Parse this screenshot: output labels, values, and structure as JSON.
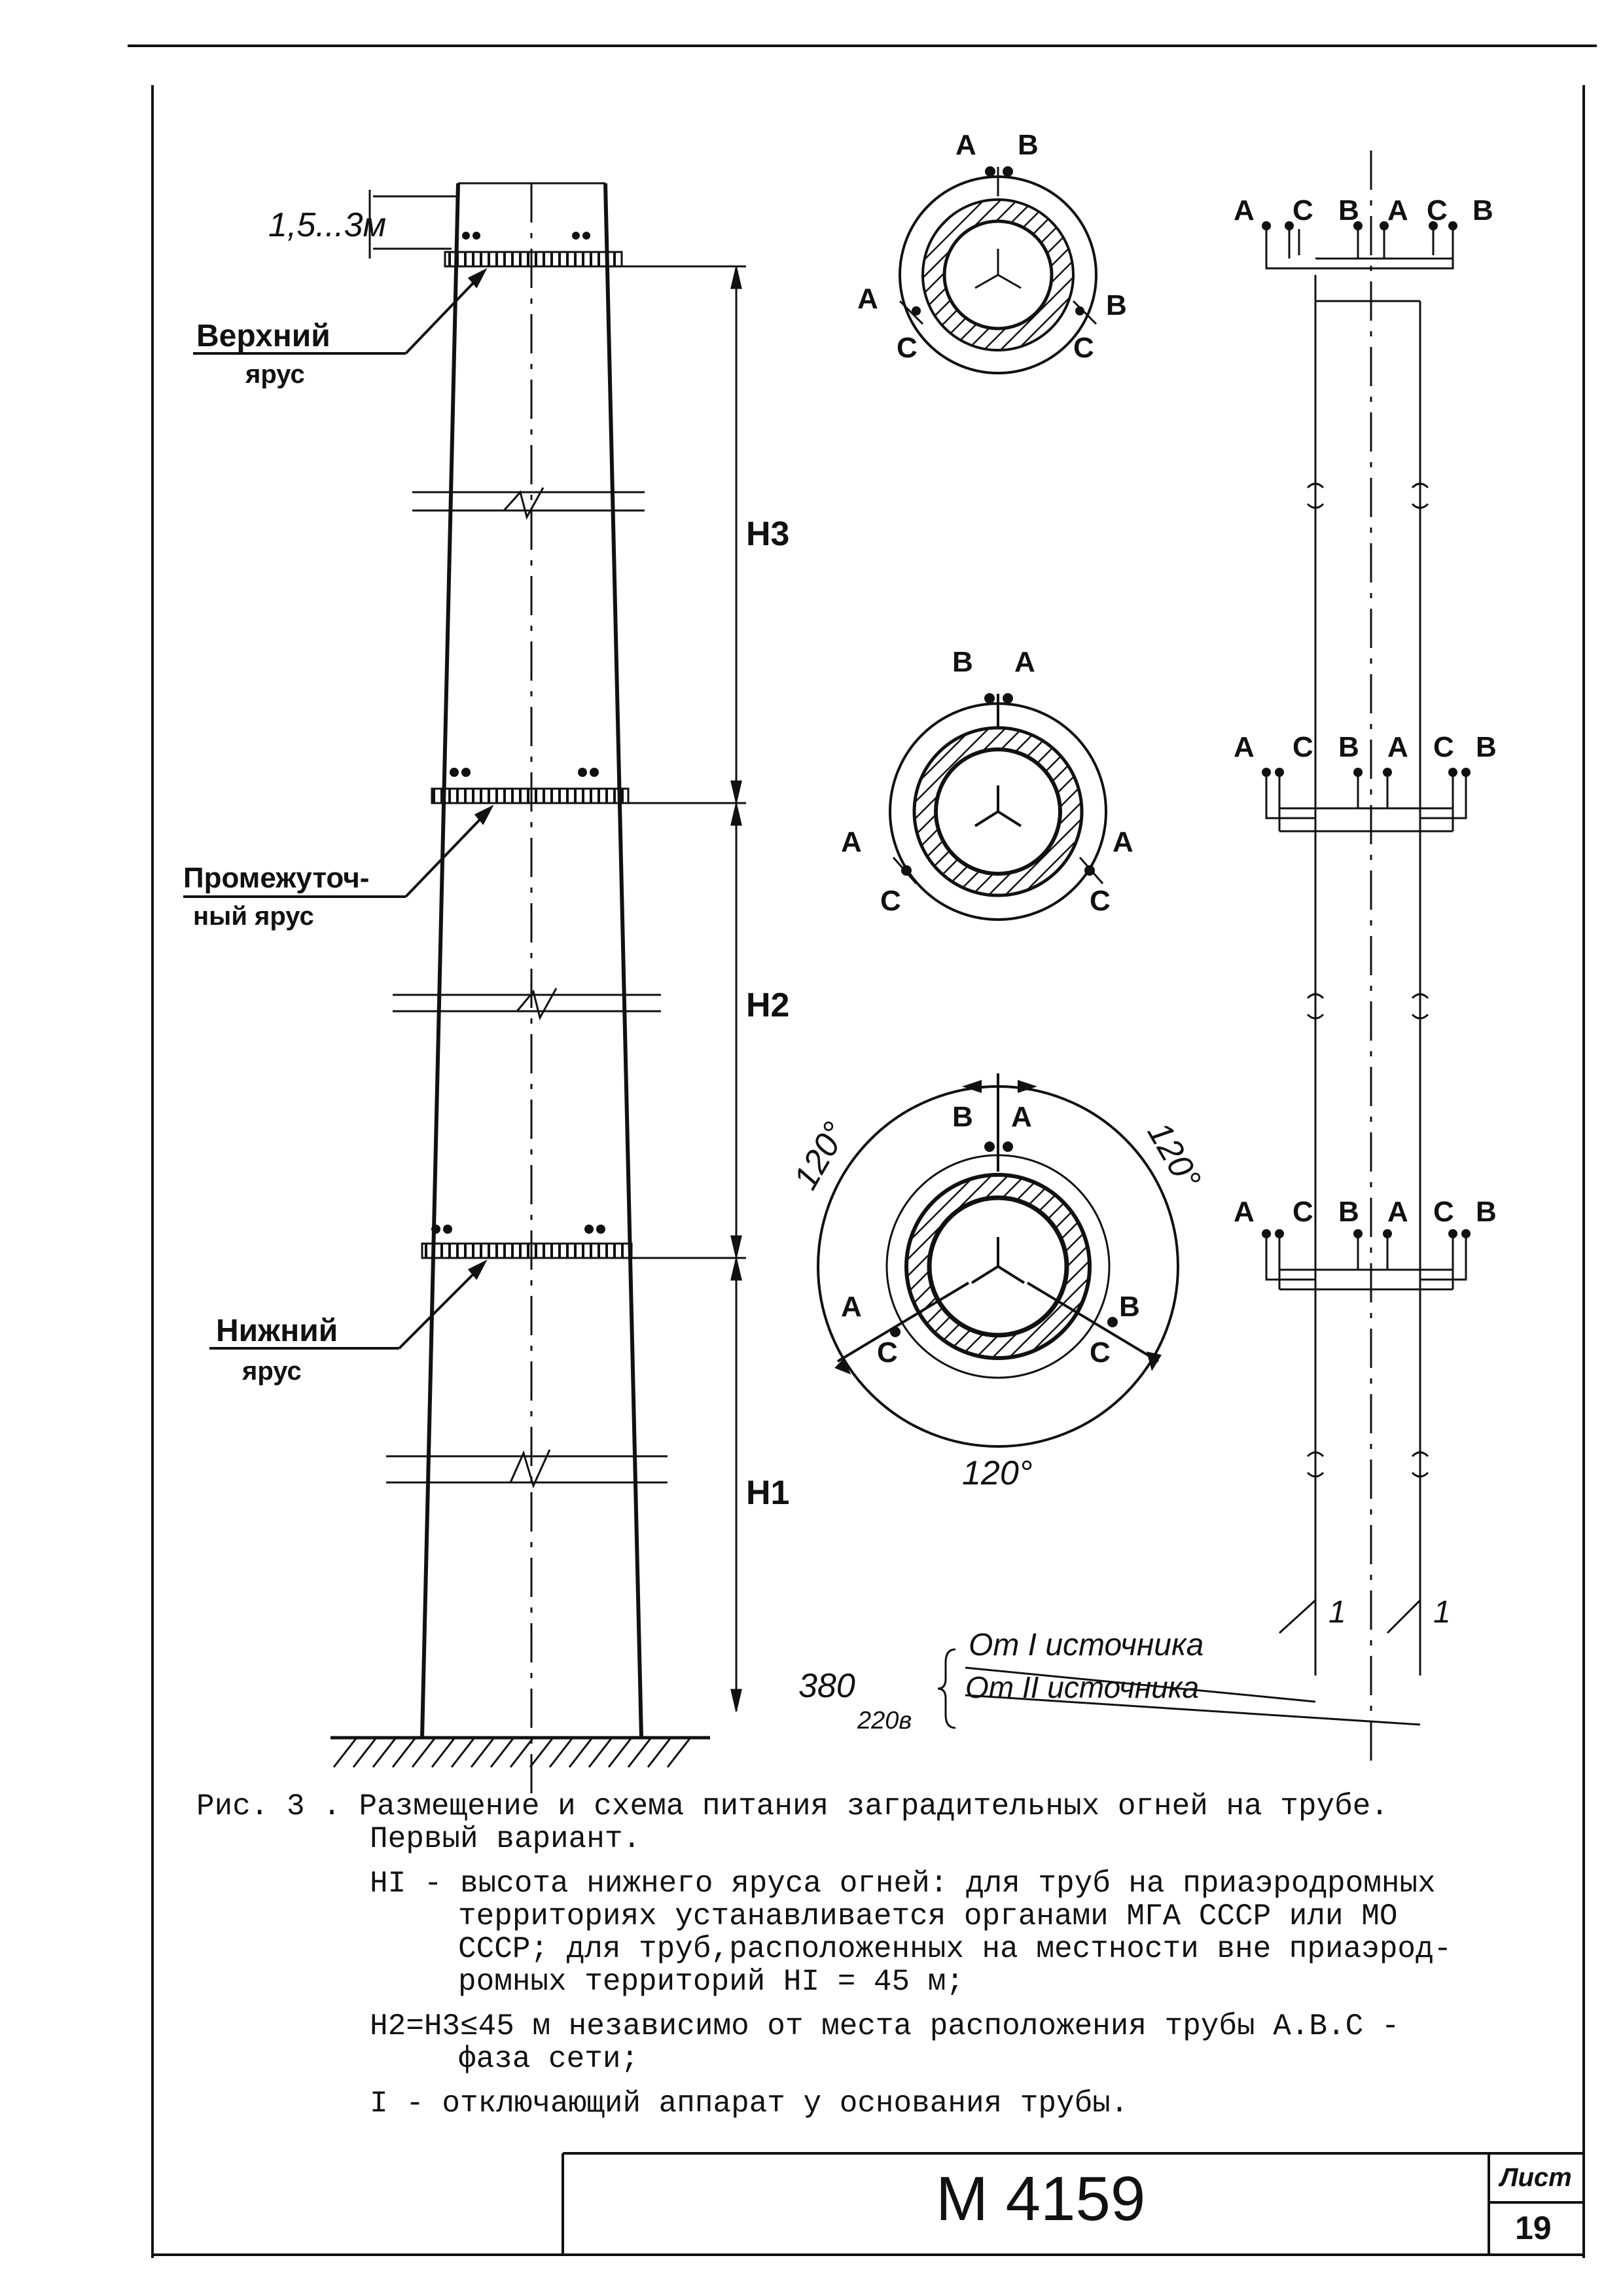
{
  "drawing": {
    "dim_top": "1,5...3м",
    "tier_upper": [
      "Верхний",
      "ярус"
    ],
    "tier_middle": [
      "Промежуточ-",
      "ный ярус"
    ],
    "tier_lower": [
      "Нижний",
      "ярус"
    ],
    "heights": [
      "H3",
      "H2",
      "H1"
    ]
  },
  "phases": {
    "ring_top": {
      "top_left": "A",
      "top_right": "B",
      "left": "A",
      "left_low": "C",
      "right": "B",
      "right_low": "C"
    },
    "ring_mid": {
      "top_left": "B",
      "top_right": "A",
      "left": "A",
      "left_low": "C",
      "right": "A",
      "right_low": "C"
    },
    "ring_bot": {
      "top_left": "B",
      "top_right": "A",
      "left": "A",
      "left_low": "C",
      "right": "B",
      "right_low": "C",
      "angle": "120°"
    },
    "bus_top": [
      "A",
      "C",
      "B",
      "A",
      "C",
      "B"
    ],
    "bus_mid": [
      "A",
      "C",
      "B",
      "A",
      "C",
      "B"
    ],
    "bus_bot": [
      "A",
      "C",
      "B",
      "A",
      "C",
      "B"
    ]
  },
  "supply": {
    "voltage_top": "380",
    "voltage_bottom": "220в",
    "source1": "От I источника",
    "source2": "От II источника",
    "switch_label": "1"
  },
  "caption": {
    "title_line1": "Рис. 3 . Размещение и схема питания заградительных огней на трубе.",
    "title_line2": "Первый вариант.",
    "h1_sym": "HI",
    "h1_line1": " - высота нижнего яруса огней: для труб на приаэродромных",
    "h1_line2": "территориях устанавливается органами МГА СССР или МО",
    "h1_line3": "СССР; для труб,расположенных на местности вне приаэрод-",
    "h1_line4": "ромных территорий HI = 45 м;",
    "h23_line1": "H2=H3≤45 м независимо от места расположения трубы А.В.С -",
    "h23_line2": "фаза сети;",
    "i_line": "I - отключающий аппарат у основания трубы."
  },
  "stamp": {
    "doc_number": "М 4159",
    "sheet_label": "Лист",
    "sheet_number": "19"
  }
}
